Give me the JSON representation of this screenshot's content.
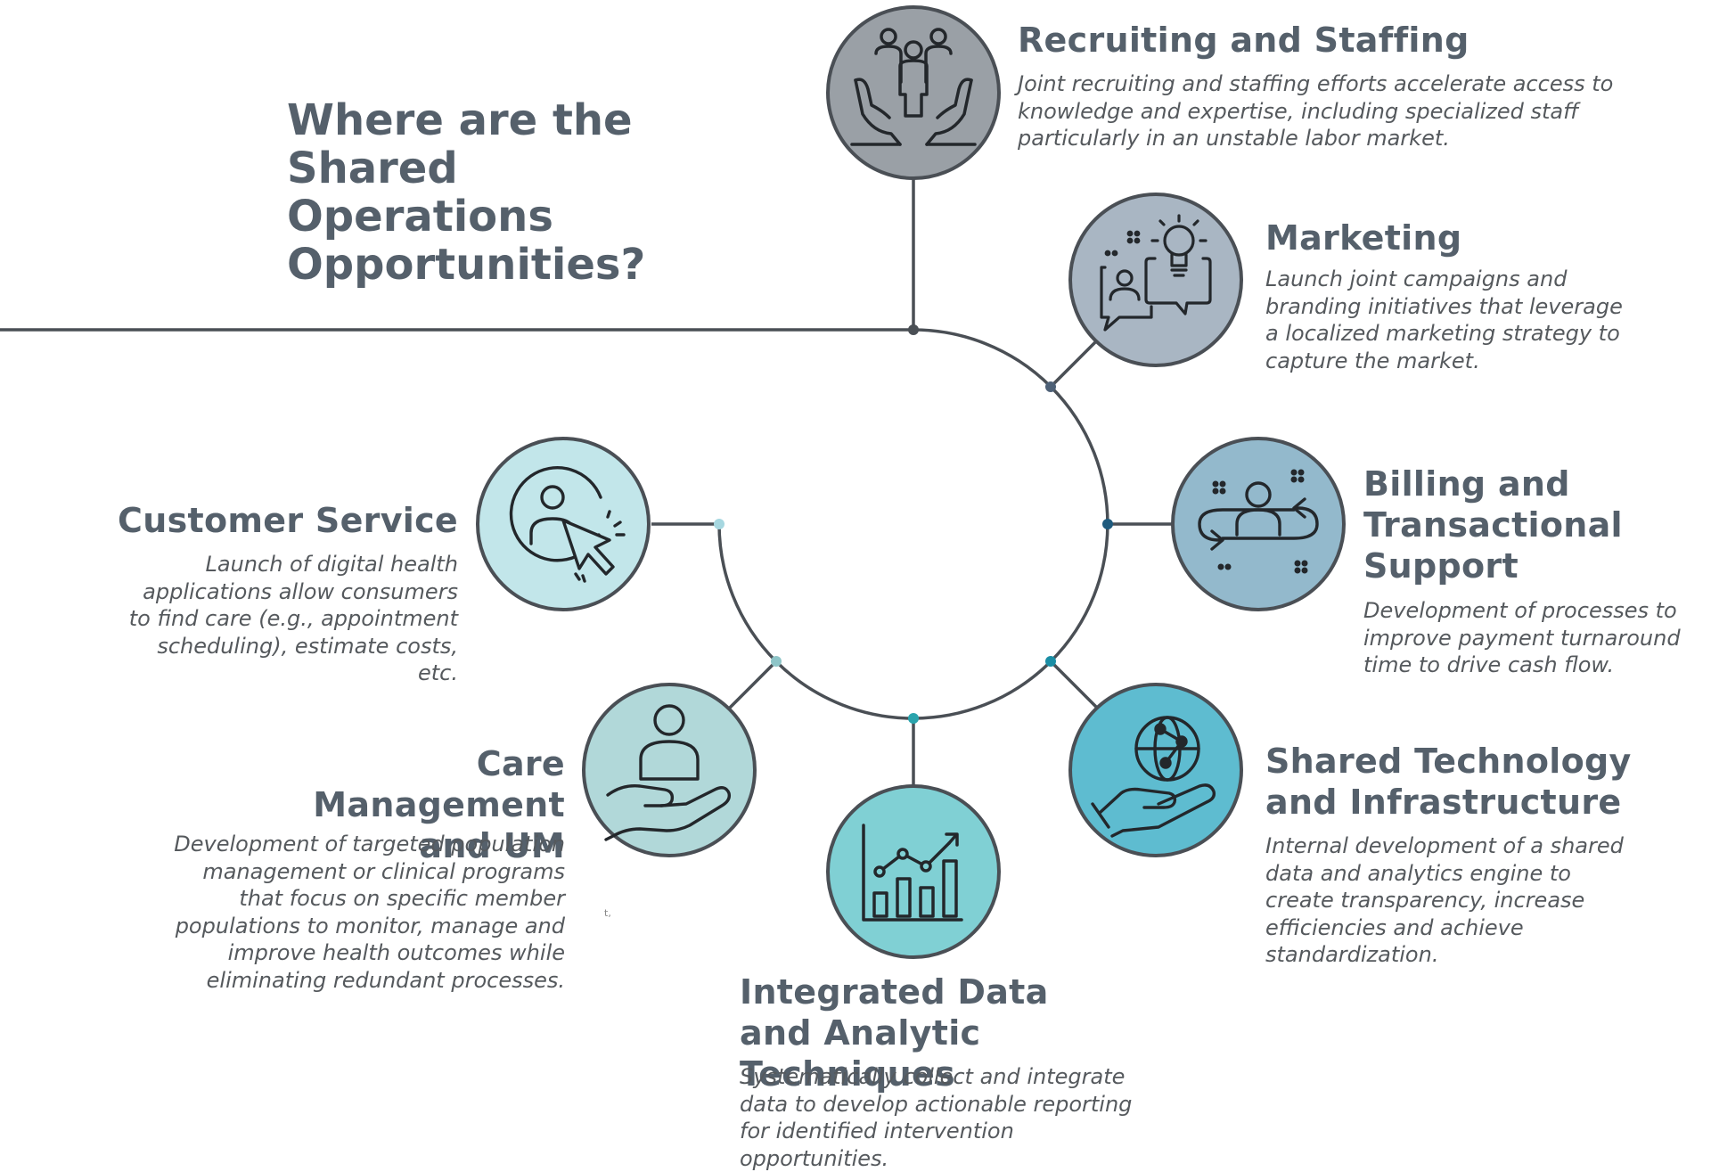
{
  "title": "Where are the Shared Operations Opportunities?",
  "colors": {
    "line": "#4a4f55",
    "text_heading": "#55606b",
    "text_body": "#55595d",
    "icon_stroke": "#23272b"
  },
  "nodes": [
    {
      "id": "recruiting",
      "title": "Recruiting and Staffing",
      "description": "Joint recruiting and staffing efforts accelerate access to knowledge and expertise, including specialized staff particularly in an unstable labor market.",
      "icon": "people-in-hands-icon",
      "circle_color": "#9aa0a6",
      "dot_color": "#4a4f55"
    },
    {
      "id": "marketing",
      "title": "Marketing",
      "description": "Launch joint campaigns and branding initiatives that leverage a localized marketing strategy to capture the market.",
      "icon": "lightbulb-chat-icon",
      "circle_color": "#a9b6c3",
      "dot_color": "#4e6177"
    },
    {
      "id": "billing",
      "title": "Billing and Transactional Support",
      "description": "Development of processes to improve payment turnaround time to drive cash flow.",
      "icon": "person-cycle-icon",
      "circle_color": "#93b9cc",
      "dot_color": "#1f5b7e"
    },
    {
      "id": "technology",
      "title": "Shared Technology and Infrastructure",
      "description": "Internal development of a shared data and analytics engine to create transparency, increase efficiencies and achieve standardization.",
      "icon": "globe-network-hand-icon",
      "circle_color": "#5ebcd0",
      "dot_color": "#1a8ea5"
    },
    {
      "id": "data",
      "title": "Integrated Data and Analytic Techniques",
      "description": "Systematically collect and integrate data to develop actionable reporting for identified intervention opportunities.",
      "icon": "bar-chart-trend-icon",
      "circle_color": "#80d0d4",
      "dot_color": "#2aa4ad"
    },
    {
      "id": "care",
      "title": "Care Management and UM",
      "description": "Development of targeted population management or clinical programs that focus on specific member populations to monitor, manage and improve health outcomes while eliminating redundant processes.",
      "icon": "person-on-hand-icon",
      "circle_color": "#b1d8d9",
      "dot_color": "#8ec5c8"
    },
    {
      "id": "customer",
      "title": "Customer Service",
      "description": "Launch of digital health applications allow consumers to find care (e.g., appointment scheduling), estimate costs, etc.",
      "icon": "person-cursor-icon",
      "circle_color": "#c2e6ea",
      "dot_color": "#a6d7e0"
    }
  ],
  "stray_mark": "t,"
}
